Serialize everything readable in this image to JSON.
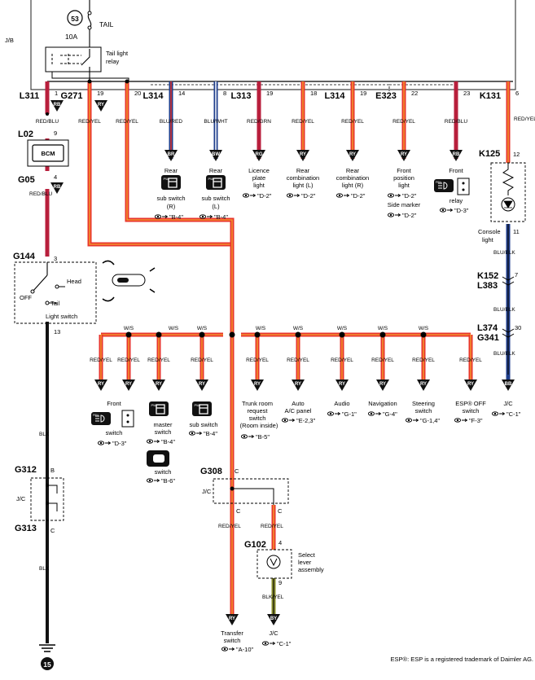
{
  "fuse": {
    "number": "53",
    "name": "TAIL",
    "rating": "10A"
  },
  "jb": "J/B",
  "relay_tail": {
    "l1": "Tail light",
    "l2": "relay"
  },
  "top_connectors": [
    {
      "conn": "L311",
      "pin": "1"
    },
    {
      "conn": "G271",
      "pin": "19"
    },
    {
      "conn": "",
      "pin": "20"
    },
    {
      "conn": "L314",
      "pin": "14"
    },
    {
      "conn": "",
      "pin": "8"
    },
    {
      "conn": "L313",
      "pin": "19"
    },
    {
      "conn": "",
      "pin": "18"
    },
    {
      "conn": "L314",
      "pin": "19"
    },
    {
      "conn": "E323",
      "pin": "22"
    },
    {
      "conn": "",
      "pin": "23"
    },
    {
      "conn": "K131",
      "pin": "6"
    }
  ],
  "wire_colors": {
    "red_blu": "RED/BLU",
    "red_yel": "RED/YEL",
    "blu_red": "BLU/RED",
    "blu_wht": "BLU/WHT",
    "red_grn": "RED/GRN",
    "blu_blk": "BLU/BLK",
    "blk": "BLK",
    "blk_yel": "BLK/YEL",
    "ws": "W/S"
  },
  "tags": {
    "rb": "RB",
    "ry": "RY",
    "br": "BR",
    "bw": "BW",
    "rg": "RG",
    "bb": "BB",
    "by": "BY"
  },
  "rear_sub_r": {
    "l1": "Rear",
    "l2": "sub switch",
    "l3": "(R)",
    "ref": "\"B-4\""
  },
  "rear_sub_l": {
    "l1": "Rear",
    "l2": "sub switch",
    "l3": "(L)",
    "ref": "\"B-4\""
  },
  "licence": {
    "l1": "Licence",
    "l2": "plate",
    "l3": "light",
    "ref": "\"D-2\""
  },
  "rear_comb_l": {
    "l1": "Rear",
    "l2": "combination",
    "l3": "light (L)",
    "ref": "\"D-2\""
  },
  "rear_comb_r": {
    "l1": "Rear",
    "l2": "combination",
    "l3": "light (R)",
    "ref": "\"D-2\""
  },
  "front_pos": {
    "l1": "Front",
    "l2": "position",
    "l3": "light",
    "ref": "\"D-2\"",
    "l4": "Side marker",
    "ref2": "\"D-2\""
  },
  "front_relay": {
    "l1": "Front",
    "l2": "relay",
    "ref": "\"D-3\""
  },
  "l02": {
    "conn": "L02",
    "pin": "9",
    "box": "BCM"
  },
  "g05": {
    "conn": "G05",
    "pin": "4"
  },
  "k125": {
    "conn": "K125",
    "pin_top": "12",
    "pin_bot": "11",
    "label": "Console",
    "label2": "light"
  },
  "k152": {
    "conn1": "K152",
    "conn2": "L383",
    "pin": "7"
  },
  "l374": {
    "conn1": "L374",
    "conn2": "G341",
    "pin": "30"
  },
  "g144": {
    "conn": "G144",
    "pin_top": "3",
    "pin_bot": "13",
    "off": "OFF",
    "head": "Head",
    "tail": "Tail",
    "name": "Light switch"
  },
  "bottom_loads": [
    {
      "l1": "Front",
      "l2": "",
      "l3": "switch",
      "ref": "\"D-3\""
    },
    {
      "l1": "",
      "l2": "master",
      "l3": "switch",
      "ref": "\"B-4\""
    },
    {
      "l1": "",
      "l2": "sub switch",
      "l3": "",
      "ref": "\"B-4\""
    },
    {
      "l1": "Trunk room",
      "l2": "request",
      "l3": "switch",
      "l4": "(Room inside)",
      "ref": "\"B-5\""
    },
    {
      "l1": "Auto",
      "l2": "A/C panel",
      "ref": "\"E-2,3\""
    },
    {
      "l1": "Audio",
      "ref": "\"G-1\""
    },
    {
      "l1": "Navigation",
      "ref": "\"G-4\""
    },
    {
      "l1": "Steering",
      "l2": "switch",
      "ref": "\"G-1,4\""
    },
    {
      "l1": "ESP® OFF",
      "l2": "switch",
      "ref": "\"F-3\""
    },
    {
      "l1": "J/C",
      "ref": "\"C-1\""
    }
  ],
  "pw_switch2": {
    "l1": "switch",
    "ref": "\"B-6\""
  },
  "g312": {
    "conn": "G312",
    "pin": "B",
    "jc": "J/C"
  },
  "g313": {
    "conn": "G313",
    "pin": "C"
  },
  "g308": {
    "conn": "G308",
    "pin": "C",
    "jc": "J/C",
    "pin_l": "C",
    "pin_r": "C"
  },
  "g102": {
    "conn": "G102",
    "pin_top": "4",
    "pin_bot": "9",
    "l1": "Select",
    "l2": "lever",
    "l3": "assembly"
  },
  "transfer": {
    "l1": "Transfer",
    "l2": "switch",
    "ref": "\"A-10\""
  },
  "jc_c1": {
    "l1": "J/C",
    "ref": "\"C-1\""
  },
  "ground": {
    "num": "15"
  },
  "footer": "ESP®: ESP is a registered trademark of Daimler AG.",
  "colors": {
    "red": "#e8342c",
    "orange": "#f2912e",
    "blue": "#1f3e8c",
    "crimson": "#b81f3c",
    "black": "#111111"
  }
}
